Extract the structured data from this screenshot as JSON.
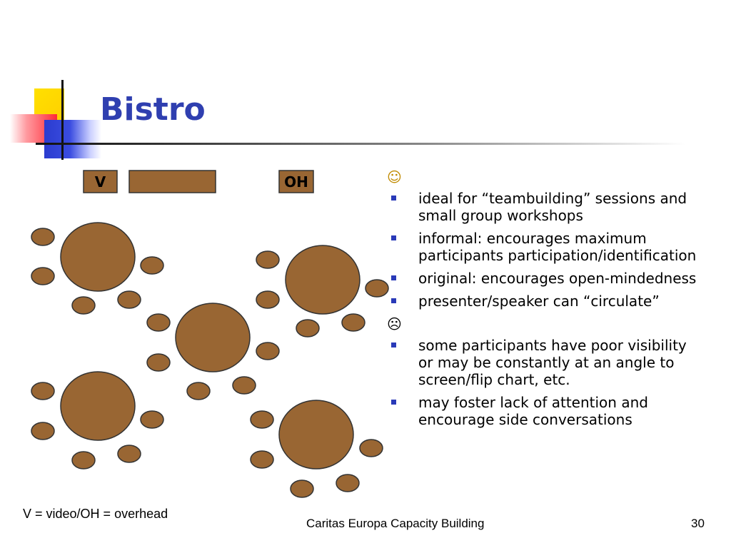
{
  "slide": {
    "title": "Bistro",
    "room_labels": {
      "video": "V",
      "overhead": "OH"
    },
    "pros_icon": "smiley-face-icon",
    "pros": [
      "ideal for “teambuilding” sessions and small group workshops",
      "informal: encourages maximum participants participation/identification",
      "original: encourages open-mindedness",
      "presenter/speaker can “circulate”"
    ],
    "cons_icon": "frowning-face-icon",
    "cons": [
      "some participants have poor visibility or may be constantly at an angle to screen/flip chart, etc.",
      "may foster lack of attention and encourage side conversations"
    ],
    "legend_caption": "V = video/OH = overhead",
    "footer": "Caritas Europa Capacity Building",
    "page_number": "30"
  },
  "colors": {
    "title": "#2f3fb0",
    "furniture_fill": "#996633",
    "furniture_stroke": "#333333",
    "bullet": "#2a3ab8"
  }
}
